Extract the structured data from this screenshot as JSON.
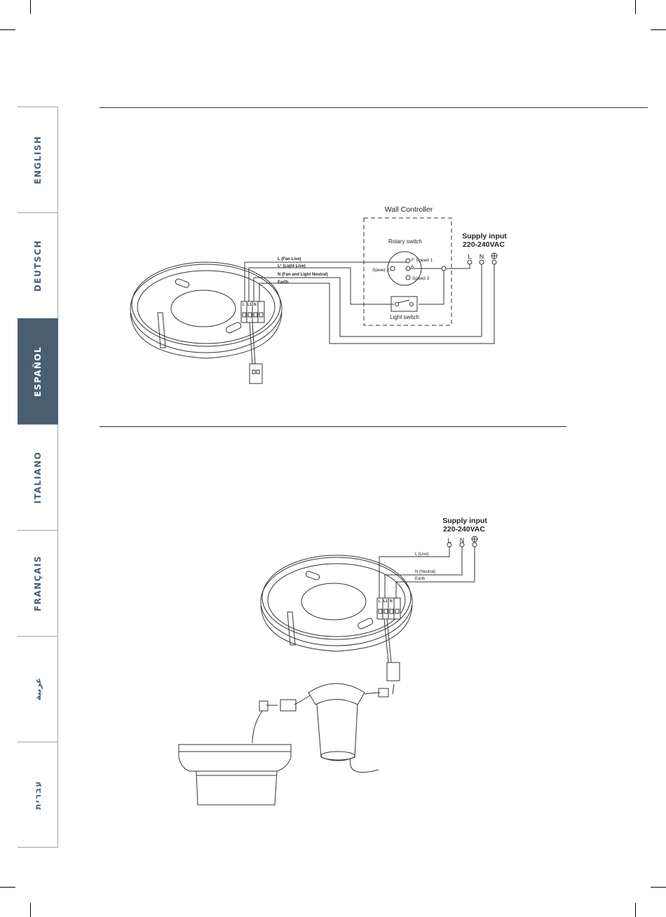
{
  "sidebar": {
    "tabs": [
      {
        "label": "ENGLISH",
        "active": false
      },
      {
        "label": "DEUTSCH",
        "active": false
      },
      {
        "label": "ESPAÑOL",
        "active": true
      },
      {
        "label": "ITALIANO",
        "active": false
      },
      {
        "label": "FRANÇAIS",
        "active": false
      },
      {
        "label": "عربية",
        "active": false
      },
      {
        "label": "עברית",
        "active": false
      }
    ],
    "active_color": "#4a5e72"
  },
  "diagram1": {
    "wall_controller": "Wall Controller",
    "rotary_switch": "Rotary switch",
    "speed1": "Speed 1",
    "speed2": "Speed 2",
    "speed3": "Speed 3",
    "f_label": "F",
    "a_label": "A",
    "light_switch": "Light switch",
    "supply_line1": "Supply input",
    "supply_line2": "220-240VAC",
    "term_l": "L",
    "term_n": "N",
    "wire_l": "L (Fan Live)",
    "wire_l1": "L¹ (Light Live)",
    "wire_n": "N (Fan and Light Neutral)",
    "wire_e": "Earth",
    "block_l": "L",
    "block_l1": "L1",
    "block_n": "N"
  },
  "diagram2": {
    "supply_line1": "Supply input",
    "supply_line2": "220-240VAC",
    "term_l": "L",
    "term_n": "N",
    "wire_l": "L (Live)",
    "wire_n": "N (Neutral)",
    "wire_e": "Earth",
    "block_l": "L",
    "block_l1": "L1",
    "block_n": "N"
  }
}
